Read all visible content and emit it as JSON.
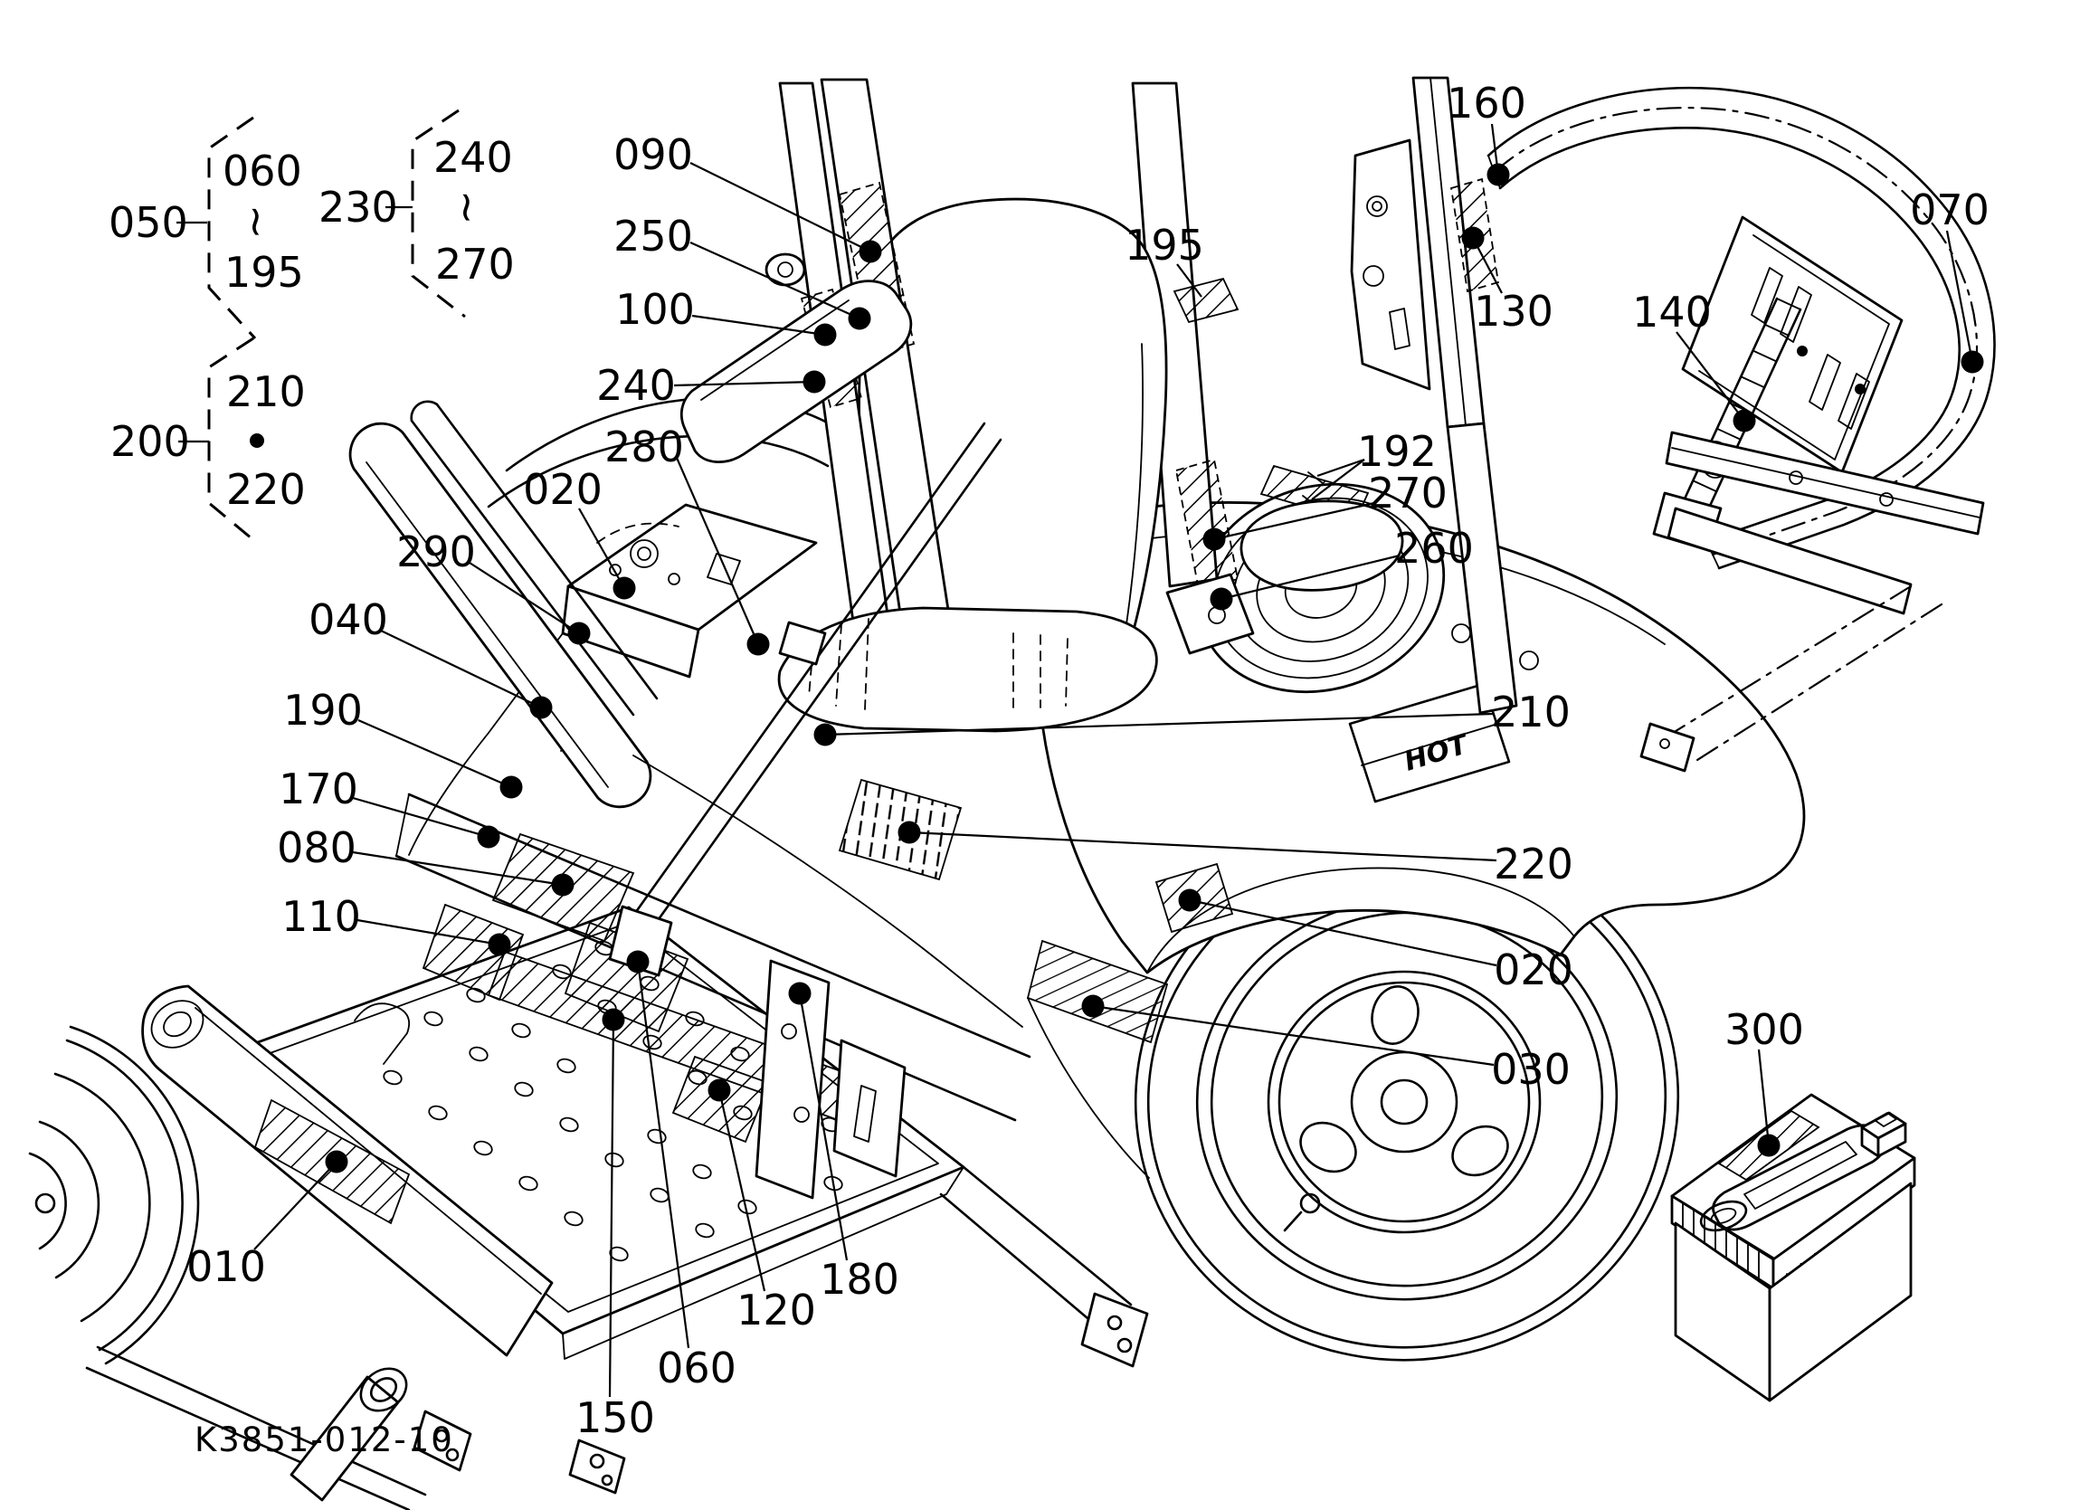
{
  "diagram": {
    "drawing_number": "K3851-012-10",
    "decals": {
      "hot": "HOT"
    },
    "groups": [
      {
        "label": "050",
        "items": [
          "060",
          "~",
          "195"
        ]
      },
      {
        "label": "200",
        "items": [
          "210",
          "●",
          "220"
        ]
      },
      {
        "label": "230",
        "items": [
          "240",
          "~",
          "270"
        ]
      }
    ],
    "callouts": [
      "090",
      "250",
      "100",
      "240",
      "280",
      "020",
      "290",
      "040",
      "190",
      "170",
      "080",
      "110",
      "010",
      "150",
      "060",
      "120",
      "180",
      "195",
      "160",
      "130",
      "140",
      "070",
      "192",
      "270",
      "260",
      "210",
      "220",
      "020",
      "030",
      "300"
    ]
  }
}
